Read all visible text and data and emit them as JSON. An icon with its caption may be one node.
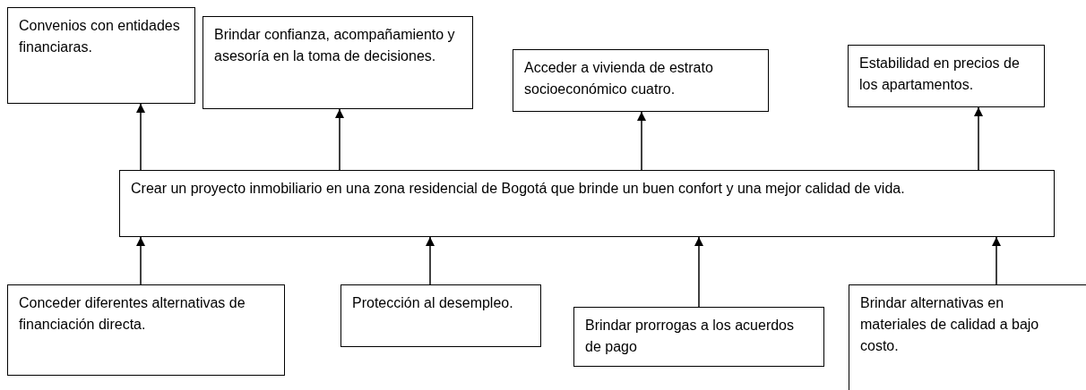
{
  "diagram": {
    "nodes": [
      {
        "text": [
          "Convenios con entidades financiaras."
        ]
      },
      {
        "text": [
          "Brindar confianza, acompañamiento y asesoría en la toma de decisiones."
        ]
      },
      {
        "text": [
          "Acceder a vivienda de estrato socioeconómico cuatro."
        ]
      },
      {
        "text": [
          "Estabilidad en precios de los apartamentos."
        ]
      },
      {
        "text": [
          "Crear un proyecto inmobiliario en una zona residencial de Bogotá que brinde un buen confort y una mejor calidad de vida."
        ]
      },
      {
        "text": [
          "Conceder diferentes alternativas de financiación directa."
        ]
      },
      {
        "text": [
          "Protección al desempleo."
        ]
      },
      {
        "text": [
          "Brindar prorrogas a los acuerdos de pago"
        ]
      },
      {
        "text": [
          "Brindar alternativas en materiales de calidad a bajo costo."
        ]
      }
    ],
    "edges": [
      {
        "from": 4,
        "to": 0,
        "arrow": "to"
      },
      {
        "from": 4,
        "to": 1,
        "arrow": "to"
      },
      {
        "from": 4,
        "to": 2,
        "arrow": "to"
      },
      {
        "from": 4,
        "to": 3,
        "arrow": "to"
      },
      {
        "from": 5,
        "to": 4,
        "arrow": "to"
      },
      {
        "from": 6,
        "to": 4,
        "arrow": "to"
      },
      {
        "from": 7,
        "to": 4,
        "arrow": "to"
      },
      {
        "from": 8,
        "to": 4,
        "arrow": "to"
      }
    ]
  }
}
